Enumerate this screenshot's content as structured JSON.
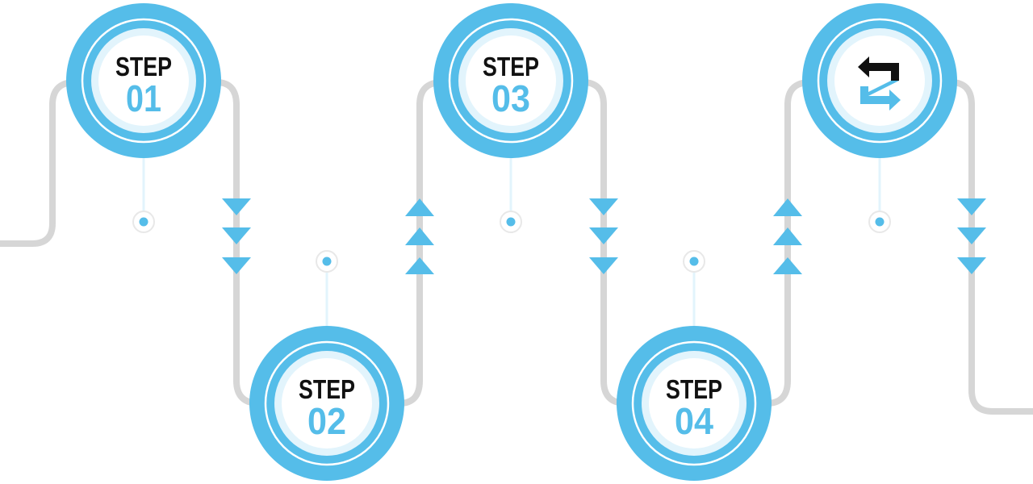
{
  "colors": {
    "accent": "#55bde9",
    "accent_light": "#e2f4fc",
    "track": "#d6d6d6",
    "text_dark": "#111111",
    "background": "#ffffff",
    "icon_dark": "#111111"
  },
  "steps": [
    {
      "word": "STEP",
      "number": "01"
    },
    {
      "word": "STEP",
      "number": "02"
    },
    {
      "word": "STEP",
      "number": "03"
    },
    {
      "word": "STEP",
      "number": "04"
    }
  ],
  "final_node": {
    "icon": "repeat-arrows-icon"
  }
}
